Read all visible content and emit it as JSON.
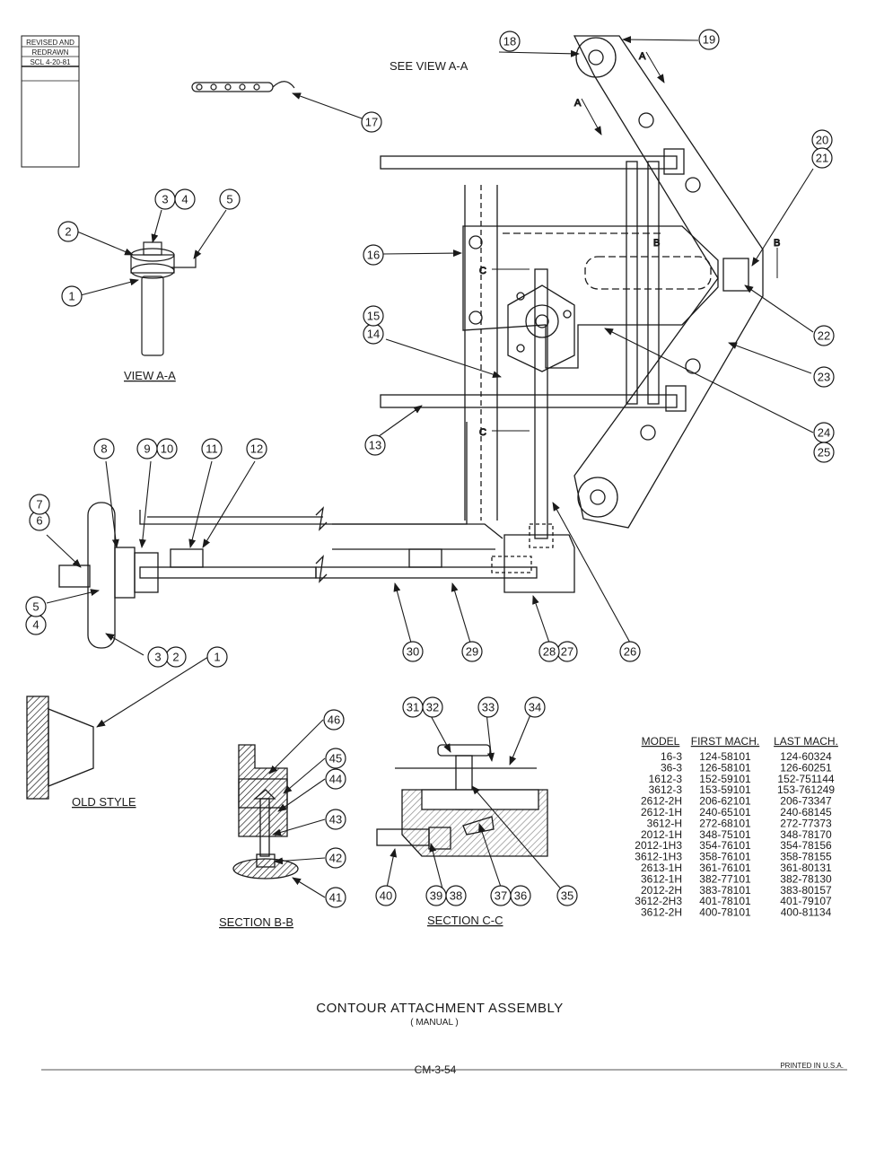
{
  "revision_box": {
    "line1": "REVISED AND",
    "line2": "REDRAWN",
    "line3": "SCL 4-20-81"
  },
  "view_labels": {
    "see_view": "SEE VIEW A-A",
    "view_aa": "VIEW A-A",
    "old_style": "OLD STYLE",
    "section_bb": "SECTION B-B",
    "section_cc": "SECTION C-C",
    "cut_a": "A",
    "cut_b": "B",
    "cut_c": "C"
  },
  "callouts": [
    "1",
    "2",
    "3",
    "4",
    "5",
    "6",
    "7",
    "8",
    "9",
    "10",
    "11",
    "12",
    "13",
    "14",
    "15",
    "16",
    "17",
    "18",
    "19",
    "20",
    "21",
    "22",
    "23",
    "24",
    "25",
    "26",
    "27",
    "28",
    "29",
    "30",
    "31",
    "32",
    "33",
    "34",
    "35",
    "36",
    "37",
    "38",
    "39",
    "40",
    "41",
    "42",
    "43",
    "44",
    "45",
    "46"
  ],
  "model_table": {
    "headers": [
      "MODEL",
      "FIRST MACH.",
      "LAST MACH."
    ],
    "rows": [
      [
        "16-3",
        "124-58101",
        "124-60324"
      ],
      [
        "36-3",
        "126-58101",
        "126-60251"
      ],
      [
        "1612-3",
        "152-59101",
        "152-751144"
      ],
      [
        "3612-3",
        "153-59101",
        "153-761249"
      ],
      [
        "2612-2H",
        "206-62101",
        "206-73347"
      ],
      [
        "2612-1H",
        "240-65101",
        "240-68145"
      ],
      [
        "3612-H",
        "272-68101",
        "272-77373"
      ],
      [
        "2012-1H",
        "348-75101",
        "348-78170"
      ],
      [
        "2012-1H3",
        "354-76101",
        "354-78156"
      ],
      [
        "3612-1H3",
        "358-76101",
        "358-78155"
      ],
      [
        "2613-1H",
        "361-76101",
        "361-80131"
      ],
      [
        "3612-1H",
        "382-77101",
        "382-78130"
      ],
      [
        "2012-2H",
        "383-78101",
        "383-80157"
      ],
      [
        "3612-2H3",
        "401-78101",
        "401-79107"
      ],
      [
        "3612-2H",
        "400-78101",
        "400-81134"
      ]
    ]
  },
  "title": "CONTOUR ATTACHMENT ASSEMBLY",
  "subtitle": "( MANUAL )",
  "page_code": "CM-3-54",
  "printed": "PRINTED IN U.S.A."
}
